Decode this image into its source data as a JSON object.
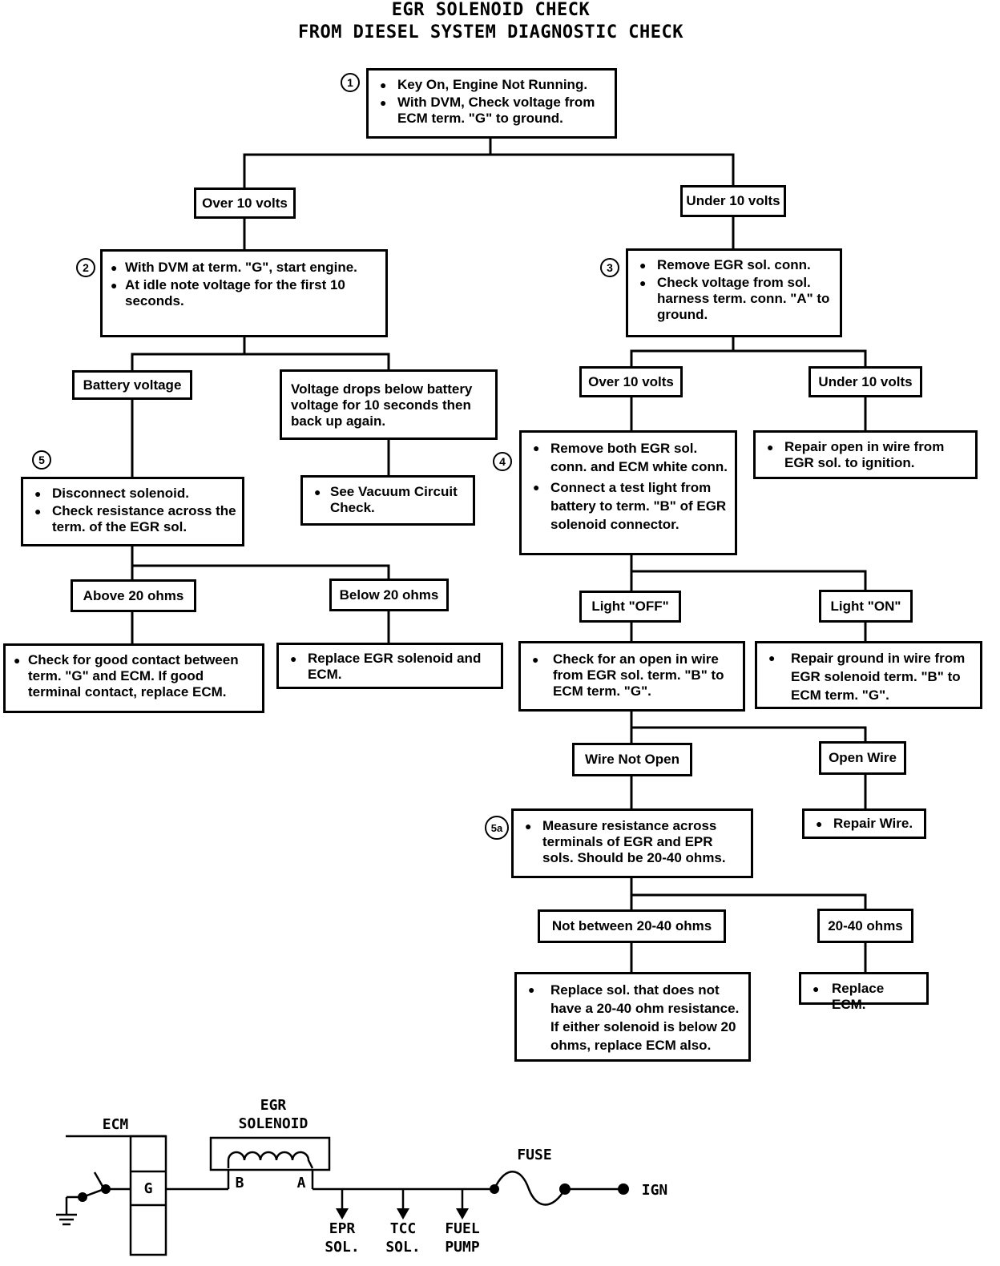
{
  "title": {
    "line1": "EGR SOLENOID CHECK",
    "line2": "FROM DIESEL SYSTEM DIAGNOSTIC CHECK"
  },
  "steps": {
    "s1": "1",
    "s2": "2",
    "s3": "3",
    "s4": "4",
    "s5": "5",
    "s5a": "5a"
  },
  "boxes": {
    "b1": [
      "Key On, Engine Not Running.",
      "With DVM, Check voltage from ECM term. \"G\" to ground."
    ],
    "b2": [
      "With DVM at term. \"G\", start engine.",
      "At idle note voltage for the first 10 seconds."
    ],
    "b3": [
      "Remove EGR sol. conn.",
      "Check voltage from sol. harness term. conn. \"A\" to ground."
    ],
    "b_drop": "Voltage drops below battery voltage for 10 seconds then back up again.",
    "b_vac": [
      "See Vacuum Circuit Check."
    ],
    "b5": [
      "Disconnect solenoid.",
      "Check resistance across the term. of the EGR sol."
    ],
    "b4": [
      "Remove both EGR sol. conn. and ECM white conn.",
      "Connect a test light from battery to term. \"B\" of EGR solenoid connector."
    ],
    "b_repair_open": [
      "Repair open in wire from EGR sol. to ignition."
    ],
    "b_contact": [
      "Check for good contact between term. \"G\" and ECM. If good terminal contact, replace ECM."
    ],
    "b_replace_egr": [
      "Replace EGR solenoid and ECM."
    ],
    "b_check_open": [
      "Check for an open in wire from EGR sol. term. \"B\" to ECM term. \"G\"."
    ],
    "b_repair_ground": [
      "Repair ground in wire from EGR solenoid term. \"B\" to ECM term. \"G\"."
    ],
    "b5a": [
      "Measure resistance across terminals of EGR and EPR sols.  Should be 20-40 ohms."
    ],
    "b_repair_wire": [
      "Repair Wire."
    ],
    "b_replace_sol": [
      "Replace sol. that does not have a 20-40 ohm resistance. If either solenoid is below 20 ohms, replace ECM also."
    ],
    "b_replace_ecm": [
      "Replace ECM."
    ]
  },
  "labels": {
    "over10_a": "Over 10 volts",
    "under10_a": "Under 10 volts",
    "battery": "Battery voltage",
    "over10_b": "Over 10 volts",
    "under10_b": "Under 10 volts",
    "above20": "Above 20 ohms",
    "below20": "Below 20 ohms",
    "light_off": "Light \"OFF\"",
    "light_on": "Light \"ON\"",
    "wire_not_open": "Wire Not Open",
    "open_wire": "Open Wire",
    "not_between": "Not between 20-40 ohms",
    "ohms_20_40": "20-40 ohms"
  },
  "schematic": {
    "ecm": "ECM",
    "egr_solenoid": "EGR\nSOLENOID",
    "term_g": "G",
    "term_b": "B",
    "term_a": "A",
    "fuse": "FUSE",
    "ign": "IGN",
    "epr": "EPR\nSOL.",
    "tcc": "TCC\nSOL.",
    "fuel_pump": "FUEL\nPUMP"
  }
}
